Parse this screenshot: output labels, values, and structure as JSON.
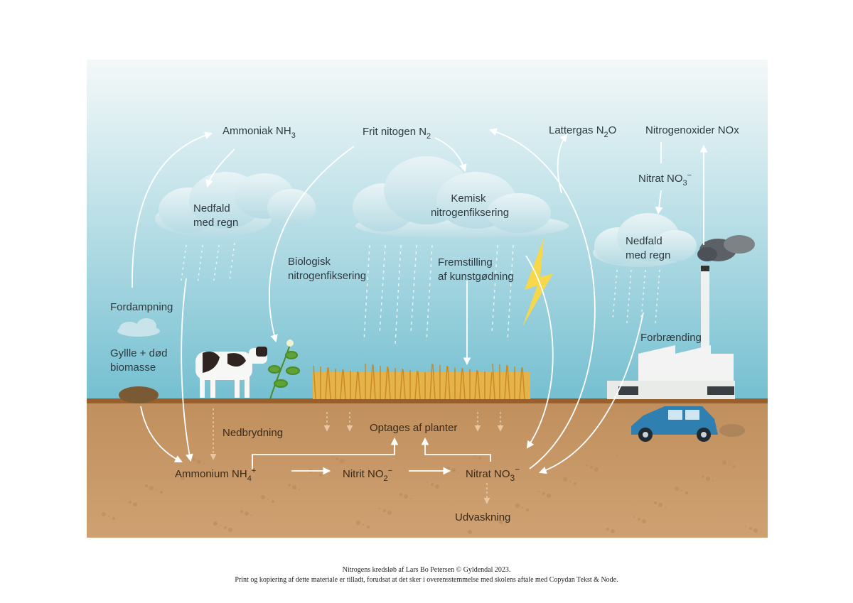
{
  "labels": {
    "ammoniak": "Ammoniak NH",
    "ammoniak_sub": "3",
    "frit_nitrogen": "Frit nitogen N",
    "frit_nitrogen_sub": "2",
    "lattergas": "Lattergas N",
    "lattergas_sub": "2",
    "lattergas_end": "O",
    "nitrogenoxider": "Nitrogenoxider NOx",
    "nitrat_air": "Nitrat NO",
    "nitrat_air_sub": "3",
    "nitrat_air_sup": "−",
    "nedfald_left_1": "Nedfald",
    "nedfald_left_2": "med regn",
    "nedfald_right_1": "Nedfald",
    "nedfald_right_2": "med regn",
    "kemisk_1": "Kemisk",
    "kemisk_2": "nitrogenfiksering",
    "biologisk_1": "Biologisk",
    "biologisk_2": "nitrogenfiksering",
    "fremstilling_1": "Fremstilling",
    "fremstilling_2": "af kunstgødning",
    "fordampning": "Fordampning",
    "gylle_1": "Gyllle + død",
    "gylle_2": "biomasse",
    "forbraending": "Forbrænding",
    "nedbrydning": "Nedbrydning",
    "optages": "Optages af planter",
    "ammonium": "Ammonium NH",
    "ammonium_sub": "4",
    "ammonium_sup": "+",
    "nitrit": "Nitrit NO",
    "nitrit_sub": "2",
    "nitrit_sup": "−",
    "nitrat_soil": "Nitrat NO",
    "nitrat_soil_sub": "3",
    "nitrat_soil_sup": "−",
    "udvaskning": "Udvaskning"
  },
  "caption": {
    "line1": "Nitrogens kredsløb af Lars Bo Petersen © Gyldendal 2023.",
    "line2": "Print og kopiering af dette materiale er tilladt, forudsat at det sker i overensstemmelse med skolens aftale med Copydan Tekst & Node."
  },
  "colors": {
    "sky_top": "#f4f8f8",
    "sky_bottom": "#74bfd0",
    "soil": "#c99b6a",
    "soil_edge": "#9b5f2c",
    "cloud": "#d7ebf0",
    "lightning": "#f6d84a",
    "car": "#2f7fb0",
    "wheat": "#e0a93a"
  }
}
